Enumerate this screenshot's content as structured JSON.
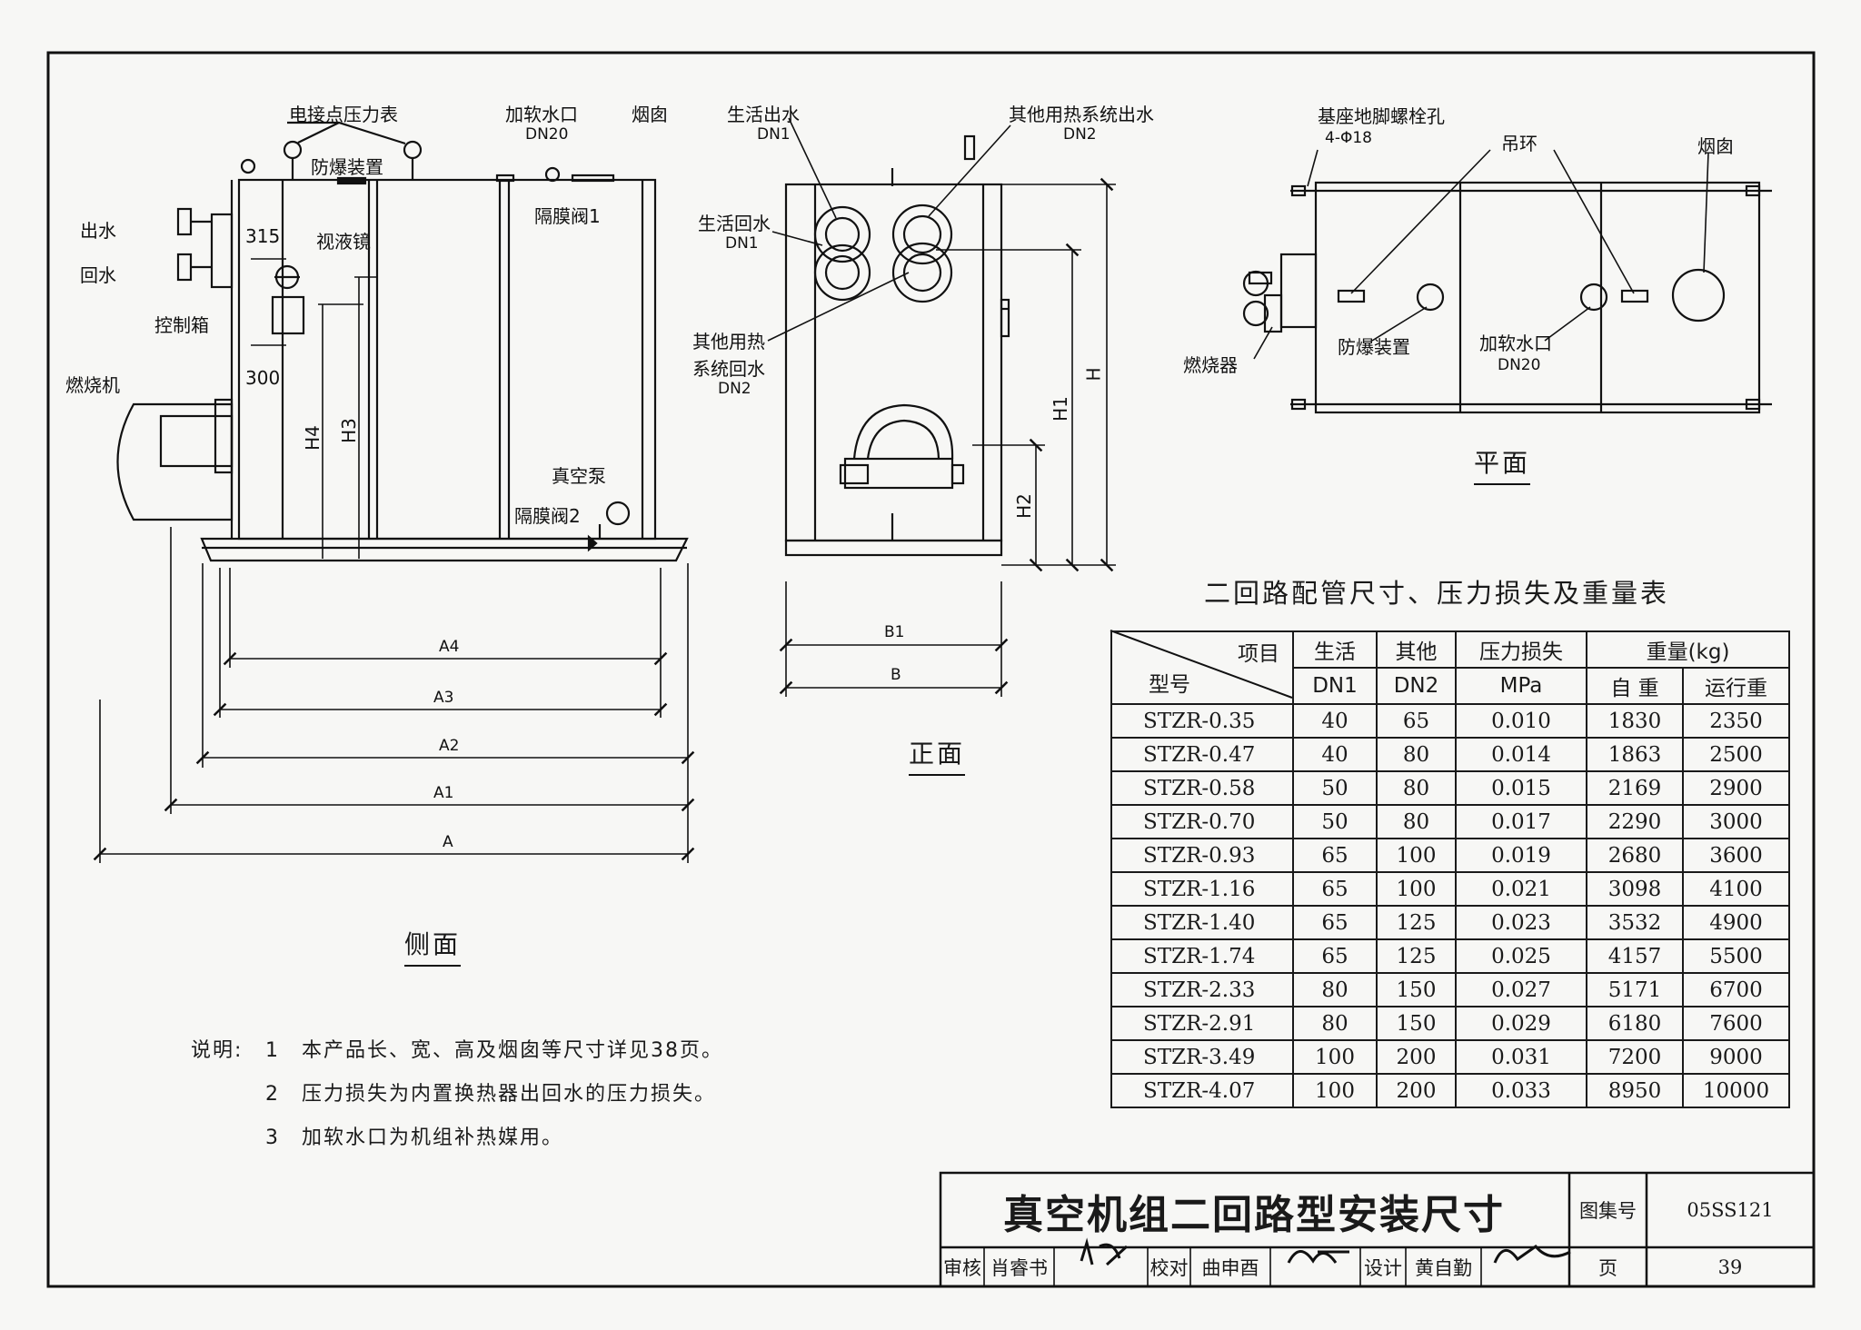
{
  "side_view": {
    "caption": "侧面",
    "labels": {
      "pressure_gauge": "电接点压力表",
      "explosion_proof": "防爆装置",
      "soft_water_inlet": "加软水口",
      "soft_water_dn": "DN20",
      "chimney": "烟囱",
      "diaphragm_valve_1": "隔膜阀1",
      "outlet": "出水",
      "return": "回水",
      "dim_315": "315",
      "sight_glass": "视液镜",
      "control_box": "控制箱",
      "dim_300": "300",
      "burner": "燃烧机",
      "h4": "H4",
      "h3": "H3",
      "vacuum_pump": "真空泵",
      "diaphragm_valve_2": "隔膜阀2",
      "a4": "A4",
      "a3": "A3",
      "a2": "A2",
      "a1": "A1",
      "a": "A"
    }
  },
  "front_view": {
    "caption": "正面",
    "labels": {
      "domestic_out": "生活出水",
      "domestic_out_dn": "DN1",
      "other_out": "其他用热系统出水",
      "other_out_dn": "DN2",
      "domestic_return": "生活回水",
      "domestic_return_dn": "DN1",
      "other_return_1": "其他用热",
      "other_return_2": "系统回水",
      "other_return_dn": "DN2",
      "h": "H",
      "h1": "H1",
      "h2": "H2",
      "b1": "B1",
      "b": "B"
    }
  },
  "plan_view": {
    "caption": "平面",
    "labels": {
      "anchor_bolt": "基座地脚螺栓孔",
      "anchor_bolt_spec": "4-Φ18",
      "lifting_ring": "吊环",
      "chimney": "烟囱",
      "burner": "燃烧器",
      "explosion_proof": "防爆装置",
      "soft_water_inlet": "加软水口",
      "soft_water_dn": "DN20"
    }
  },
  "table": {
    "title": "二回路配管尺寸、压力损失及重量表",
    "header": {
      "item": "项目",
      "model": "型号",
      "domestic": "生活",
      "other": "其他",
      "pressure_loss": "压力损失",
      "weight": "重量(kg)",
      "dn1": "DN1",
      "dn2": "DN2",
      "mpa": "MPa",
      "self_weight": "自 重",
      "operating_weight": "运行重"
    },
    "rows": [
      [
        "STZR-0.35",
        "40",
        "65",
        "0.010",
        "1830",
        "2350"
      ],
      [
        "STZR-0.47",
        "40",
        "80",
        "0.014",
        "1863",
        "2500"
      ],
      [
        "STZR-0.58",
        "50",
        "80",
        "0.015",
        "2169",
        "2900"
      ],
      [
        "STZR-0.70",
        "50",
        "80",
        "0.017",
        "2290",
        "3000"
      ],
      [
        "STZR-0.93",
        "65",
        "100",
        "0.019",
        "2680",
        "3600"
      ],
      [
        "STZR-1.16",
        "65",
        "100",
        "0.021",
        "3098",
        "4100"
      ],
      [
        "STZR-1.40",
        "65",
        "125",
        "0.023",
        "3532",
        "4900"
      ],
      [
        "STZR-1.74",
        "65",
        "125",
        "0.025",
        "4157",
        "5500"
      ],
      [
        "STZR-2.33",
        "80",
        "150",
        "0.027",
        "5171",
        "6700"
      ],
      [
        "STZR-2.91",
        "80",
        "150",
        "0.029",
        "6180",
        "7600"
      ],
      [
        "STZR-3.49",
        "100",
        "200",
        "0.031",
        "7200",
        "9000"
      ],
      [
        "STZR-4.07",
        "100",
        "200",
        "0.033",
        "8950",
        "10000"
      ]
    ]
  },
  "notes": {
    "prefix": "说明:",
    "items": [
      "1　本产品长、宽、高及烟囱等尺寸详见38页。",
      "2　压力损失为内置换热器出回水的压力损失。",
      "3　加软水口为机组补热媒用。"
    ]
  },
  "title_block": {
    "title": "真空机组二回路型安装尺寸",
    "atlas_no_label": "图集号",
    "atlas_no": "05SS121",
    "review_label": "审核",
    "reviewer": "肖睿书",
    "check_label": "校对",
    "checker": "曲申酉",
    "design_label": "设计",
    "designer": "黄自勤",
    "page_label": "页",
    "page": "39"
  }
}
